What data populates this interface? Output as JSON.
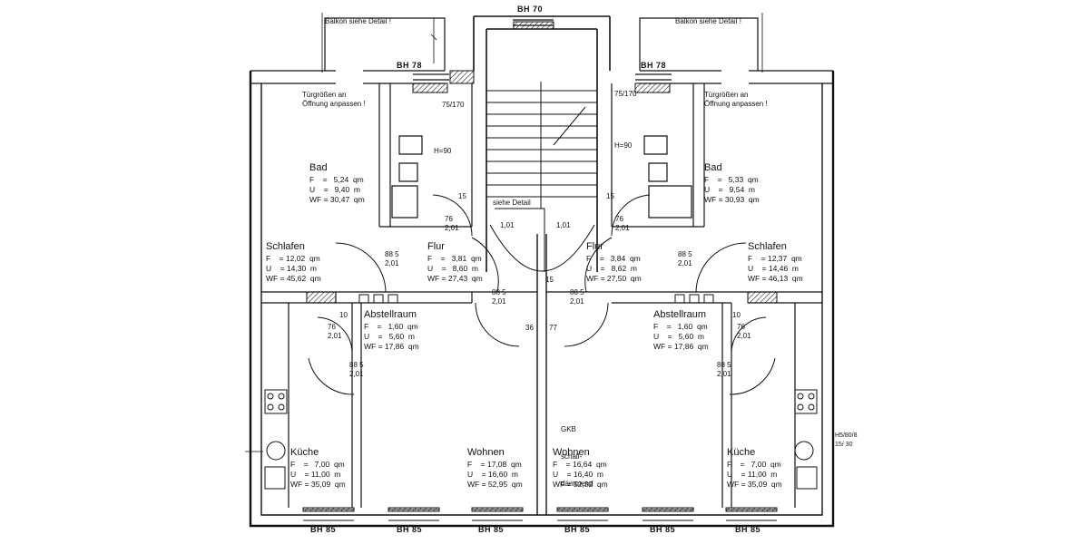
{
  "balcony_note": "Balkon siehe Detail !",
  "door_note": "Türgrößen an\nÖffnung anpassen !",
  "stair_note": "siehe Detail",
  "wall_note": [
    "GKB",
    "schall-",
    "dämmend"
  ],
  "side_note": "H5/80/8\n15/ 30",
  "window_labels": {
    "top_center": "BH 70",
    "top_left": "BH 78",
    "top_right": "BH 78",
    "bottom": [
      "BH 85",
      "BH 85",
      "BH 85",
      "BH 85",
      "BH 85",
      "BH 85"
    ]
  },
  "dims": {
    "h90": "H=90",
    "bath_door": "75/170",
    "door_76_201": "76\n2,01",
    "door_885_201": "88 5\n2,01",
    "stair_101": "1,01",
    "d15": "15",
    "d36": "36",
    "d77": "77",
    "d10": "10"
  },
  "rooms_left": [
    {
      "name": "Bad",
      "values": "F    =   5,24  qm\nU    =   9,40  m\nWF = 30,47  qm"
    },
    {
      "name": "Schlafen",
      "values": "F    = 12,02  qm\nU    = 14,30  m\nWF = 45,62  qm"
    },
    {
      "name": "Flur",
      "values": "F    =   3,81  qm\nU    =   8,60  m\nWF = 27,43  qm"
    },
    {
      "name": "Abstellraum",
      "values": "F    =   1,60  qm\nU    =   5,60  m\nWF = 17,86  qm"
    },
    {
      "name": "Küche",
      "values": "F    =   7,00  qm\nU    = 11,00  m\nWF = 35,09  qm"
    },
    {
      "name": "Wohnen",
      "values": "F    = 17,08  qm\nU    = 16,60  m\nWF = 52,95  qm"
    }
  ],
  "rooms_right": [
    {
      "name": "Bad",
      "values": "F    =   5,33  qm\nU    =   9,54  m\nWF = 30,93  qm"
    },
    {
      "name": "Schlafen",
      "values": "F    = 12,37  qm\nU    = 14,46  m\nWF = 46,13  qm"
    },
    {
      "name": "Flur",
      "values": "F    =   3,84  qm\nU    =   8,62  m\nWF = 27,50  qm"
    },
    {
      "name": "Abstellraum",
      "values": "F    =   1,60  qm\nU    =   5,60  m\nWF = 17,86  qm"
    },
    {
      "name": "Küche",
      "values": "F    =   7,00  qm\nU    = 11,00  m\nWF = 35,09  qm"
    },
    {
      "name": "Wohnen",
      "values": "F    = 16,64  qm\nU    = 16,40  m\nWF = 52,32  qm"
    }
  ]
}
